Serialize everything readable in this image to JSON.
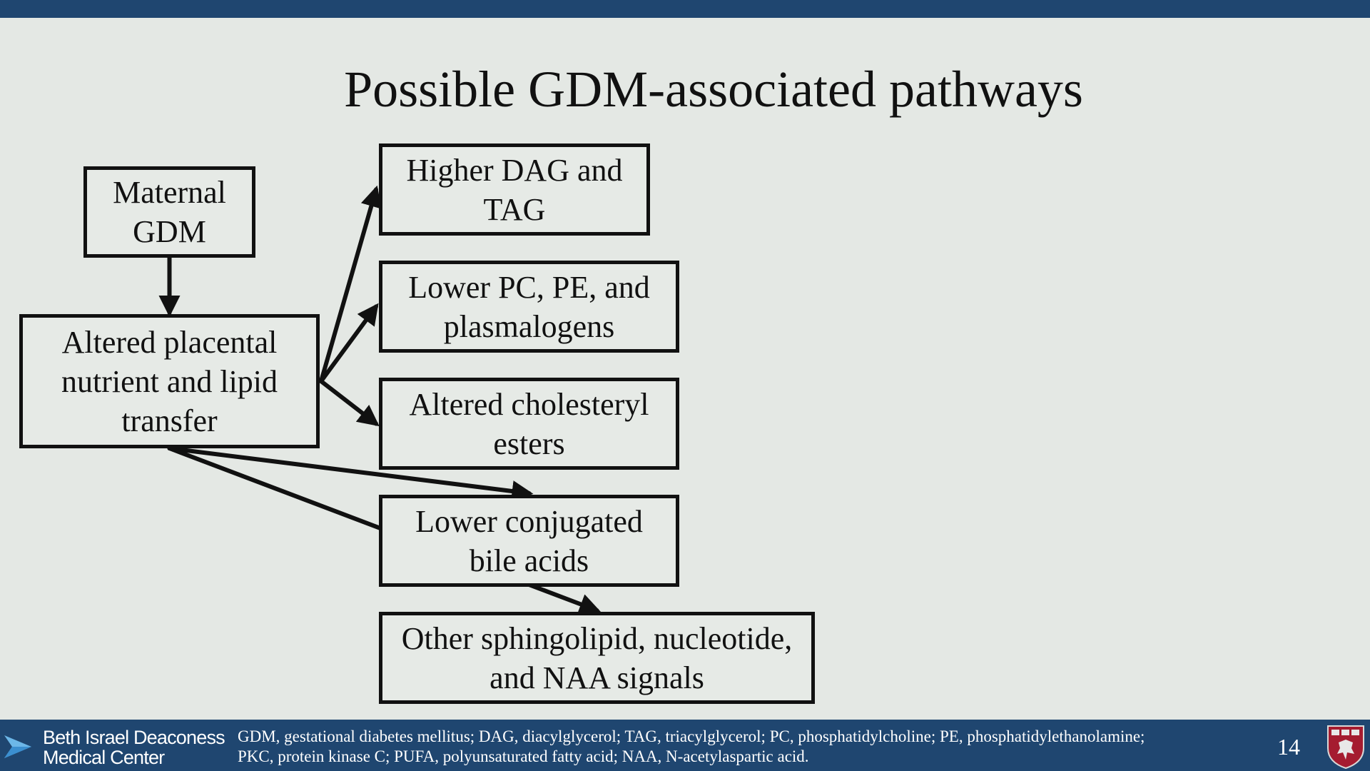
{
  "slide": {
    "title": "Possible GDM-associated pathways",
    "page_number": "14"
  },
  "diagram": {
    "nodes": {
      "maternal_gdm": "Maternal GDM",
      "placental_transfer": "Altered placental nutrient and lipid transfer",
      "dag_tag": "Higher DAG and TAG",
      "pc_pe": "Lower PC, PE, and plasmalogens",
      "cholesteryl": "Altered cholesteryl esters",
      "bile_acids": "Lower conjugated bile acids",
      "other_signals": "Other sphingolipid, nucleotide, and NAA signals"
    },
    "edges": [
      {
        "from": "maternal_gdm",
        "to": "placental_transfer"
      },
      {
        "from": "placental_transfer",
        "to": "dag_tag"
      },
      {
        "from": "placental_transfer",
        "to": "pc_pe"
      },
      {
        "from": "placental_transfer",
        "to": "cholesteryl"
      },
      {
        "from": "placental_transfer",
        "to": "bile_acids"
      },
      {
        "from": "placental_transfer",
        "to": "other_signals"
      }
    ]
  },
  "footer": {
    "logo_line1": "Beth Israel Deaconess",
    "logo_line2": "Medical Center",
    "footnote_line1": "GDM, gestational diabetes mellitus; DAG, diacylglycerol; TAG, triacylglycerol; PC, phosphatidylcholine; PE, phosphatidylethanolamine;",
    "footnote_line2": "PKC, protein kinase C; PUFA, polyunsaturated fatty acid; NAA, N-acetylaspartic acid."
  },
  "colors": {
    "header_bar": "#1f4670",
    "footer_bar": "#1f4670",
    "background": "#e4e8e4",
    "box_border": "#111111",
    "arrow": "#111111",
    "crest_red": "#a51c30"
  },
  "icons": {
    "logo": "bidmc-arrow-logo-icon",
    "crest": "harvard-shield-crest-icon"
  }
}
